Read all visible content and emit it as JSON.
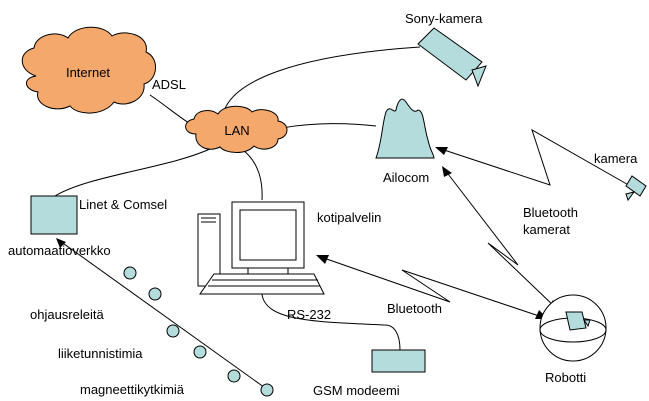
{
  "nodes": {
    "internet": "Internet",
    "lan": "LAN",
    "sony_camera": "Sony-kamera",
    "ailocom": "Ailocom",
    "camera": "kamera",
    "automation_device": "Linet & Comsel",
    "home_server": "kotipalvelin",
    "gsm_modem": "GSM modeemi",
    "robot": "Robotti"
  },
  "links": {
    "adsl": "ADSL",
    "automation_network": "automaatioverkko",
    "rs232": "RS-232",
    "bluetooth": "Bluetooth",
    "bluetooth_cameras_line1": "Bluetooth",
    "bluetooth_cameras_line2": "kamerat"
  },
  "automation_items": [
    "ohjausreleitä",
    "liiketunnistimia",
    "magneettikytkimiä"
  ],
  "colors": {
    "cloud_fill": "#f4a86b",
    "device_fill": "#b4dcdc",
    "line": "#000000",
    "background": "#ffffff"
  }
}
